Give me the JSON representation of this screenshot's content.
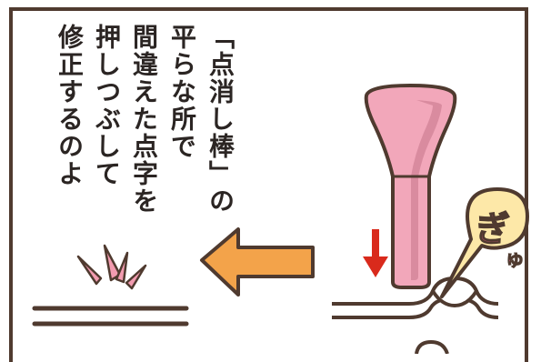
{
  "panel": {
    "caption_lines": [
      "「点消し棒」の",
      "平らな所で",
      "間違えた点字を",
      "押しつぶして",
      "修正するのよ"
    ],
    "sound_effect_lines": [
      "ぎ",
      "ゅ"
    ]
  },
  "colors": {
    "frame_border": "#4f3a2f",
    "tool_pink": "#f2a7ba",
    "tool_pink_dark": "#d98b9f",
    "arrow_orange": "#f3a34a",
    "red_arrow": "#d92a1c",
    "bubble_yellow": "#fde8a8",
    "sfx_pink": "#e95c8d",
    "line_brown": "#4f3a2f",
    "spark_pink": "#f29bb0"
  },
  "icons": [
    "dotting-tool-icon",
    "left-arrow-icon",
    "down-arrow-icon",
    "speech-bubble-icon",
    "braille-paper-icon",
    "spark-icon"
  ]
}
